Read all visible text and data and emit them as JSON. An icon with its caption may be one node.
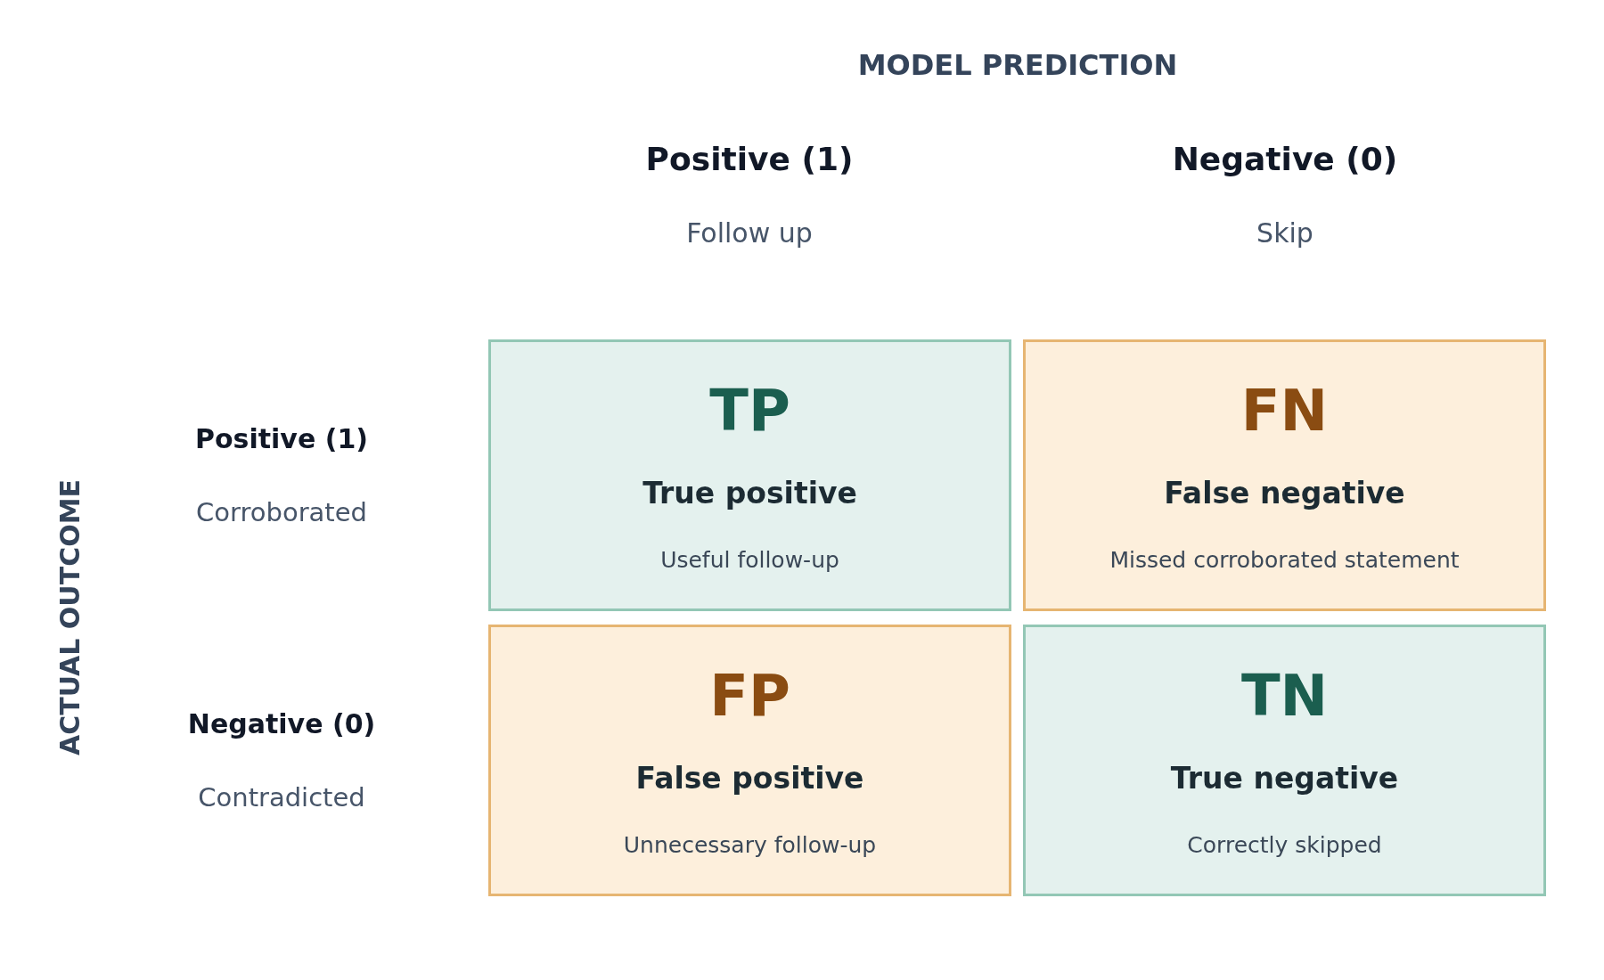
{
  "diagram": {
    "nodes": [
      {
        "text": [
          "TP",
          "True positive",
          "Useful follow-up"
        ]
      },
      {
        "text": [
          "FN",
          "False negative",
          "Missed corroborated statement"
        ]
      },
      {
        "text": [
          "FP",
          "False positive",
          "Unnecessary follow-up"
        ]
      },
      {
        "text": [
          "TN",
          "True negative",
          "Correctly skipped"
        ]
      }
    ],
    "labels": [
      "MODEL PREDICTION",
      "Positive (1)",
      "Negative (0)",
      "Follow up",
      "Skip",
      "ACTUAL OUTCOME",
      "Positive (1)",
      "Corroborated",
      "Negative (0)",
      "Contradicted"
    ]
  }
}
